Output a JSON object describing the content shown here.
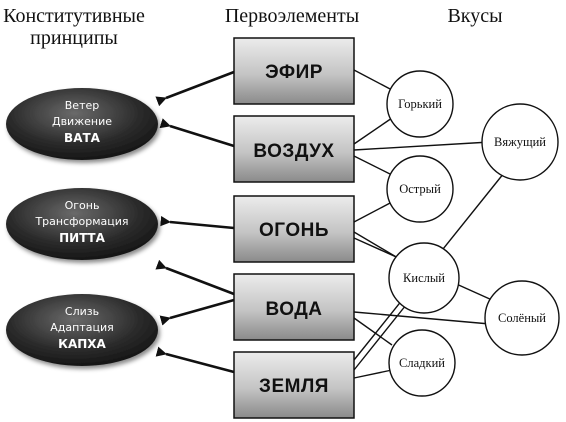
{
  "headers": {
    "principles_line1": "Конститутивные",
    "principles_line2": "принципы",
    "elements": "Первоэлементы",
    "tastes": "Вкусы"
  },
  "principles": [
    {
      "lines": [
        "Ветер",
        "Движение",
        "ВАТА"
      ]
    },
    {
      "lines": [
        "Огонь",
        "Трансформация",
        "ПИТТА"
      ]
    },
    {
      "lines": [
        "Слизь",
        "Адаптация",
        "КАПХА"
      ]
    }
  ],
  "elements": [
    "ЭФИР",
    "ВОЗДУХ",
    "ОГОНЬ",
    "ВОДА",
    "ЗЕМЛЯ"
  ],
  "tastes": {
    "bitter": "Горький",
    "astringent": "Вяжущий",
    "pungent": "Острый",
    "sour": "Кислый",
    "salty": "Солёный",
    "sweet": "Сладкий"
  },
  "colors": {
    "element_box_light": "#e6e6e6",
    "element_box_dark": "#8a8a8a",
    "principle_ellipse": "#2c2c2c",
    "line": "#111111"
  }
}
